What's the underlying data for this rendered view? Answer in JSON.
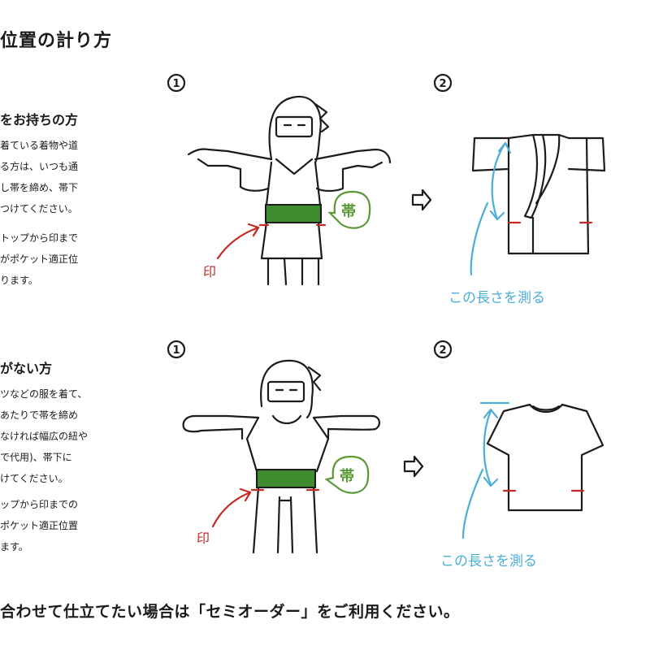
{
  "page": {
    "title": "位置の計り方",
    "footer": "合わせて仕立てたい場合は「セミオーダー」をご利用ください。"
  },
  "section1": {
    "heading": "をお持ちの方",
    "lines": [
      "着ている着物や道",
      "る方は、いつも通",
      "し帯を締め、帯下",
      "つけてください。"
    ],
    "lines2": [
      "トップから印まで",
      "がポケット適正位",
      "ります。"
    ]
  },
  "section2": {
    "heading": "がない方",
    "lines": [
      "ツなどの服を着て、",
      "あたりで帯を締め",
      "なければ幅広の紐や",
      "で代用)、帯下に",
      "けてください。"
    ],
    "lines2": [
      "ップから印までの",
      "ポケット適正位置",
      "ます。"
    ]
  },
  "diagram": {
    "step1": "1",
    "step2": "2",
    "obi_label": "帯",
    "mark_label": "印",
    "measure_label": "この長さを測る"
  },
  "colors": {
    "obi_green": "#3e8a2e",
    "mark_red": "#c42a24",
    "measure_blue": "#4aaed6",
    "ink": "#1c1c1c"
  }
}
